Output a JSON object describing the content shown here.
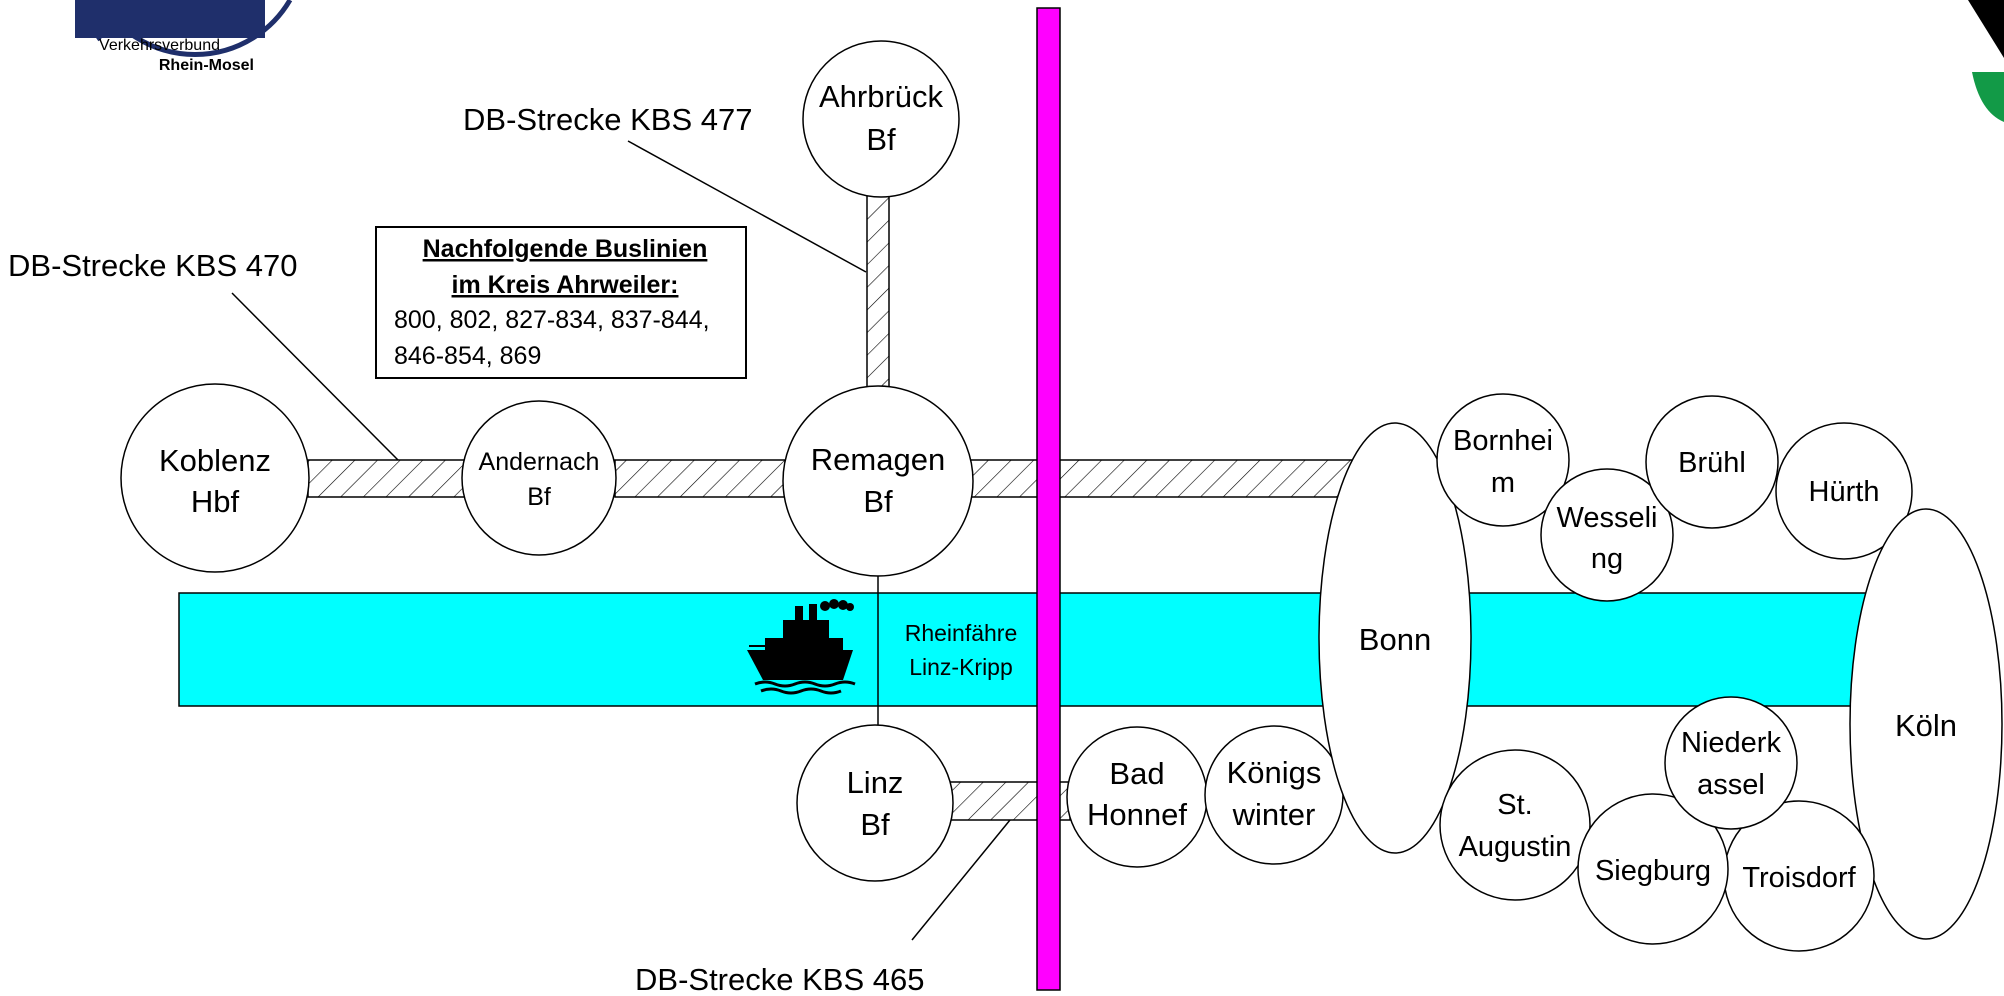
{
  "logos": {
    "vrm": {
      "line1": "Verkehrsverbund",
      "line2": "Rhein-Mosel"
    }
  },
  "info_box": {
    "title_line1": "Nachfolgende Buslinien",
    "title_line2": "im Kreis Ahrweiler:",
    "lines_line1": "800, 802, 827-834, 837-844,",
    "lines_line2": "846-854, 869"
  },
  "labels": {
    "kbs477": "DB-Strecke KBS 477",
    "kbs470": "DB-Strecke KBS 470",
    "kbs465": "DB-Strecke KBS 465",
    "ferry_line1": "Rheinfähre",
    "ferry_line2": "Linz-Kripp"
  },
  "stations": {
    "koblenz": [
      "Koblenz",
      "Hbf"
    ],
    "andernach": [
      "Andernach",
      "Bf"
    ],
    "remagen": [
      "Remagen",
      "Bf"
    ],
    "ahrbrueck": [
      "Ahrbrück",
      "Bf"
    ],
    "linz": [
      "Linz",
      "Bf"
    ],
    "bad_honnef": [
      "Bad",
      "Honnef"
    ],
    "koenigswinter": [
      "Königs",
      "winter"
    ],
    "bonn": [
      "Bonn"
    ],
    "bornheim": [
      "Bornhei",
      "m"
    ],
    "wesseling": [
      "Wesseli",
      "ng"
    ],
    "bruehl": [
      "Brühl"
    ],
    "huerth": [
      "Hürth"
    ],
    "koeln": [
      "Köln"
    ],
    "st_augustin": [
      "St.",
      "Augustin"
    ],
    "niederkassel": [
      "Niederk",
      "assel"
    ],
    "siegburg": [
      "Siegburg"
    ],
    "troisdorf": [
      "Troisdorf"
    ]
  },
  "colors": {
    "river": "#00ffff",
    "boundary": "#ff00ff",
    "vrm_blue": "#1f2f6b",
    "vrs_green": "#129a47"
  }
}
